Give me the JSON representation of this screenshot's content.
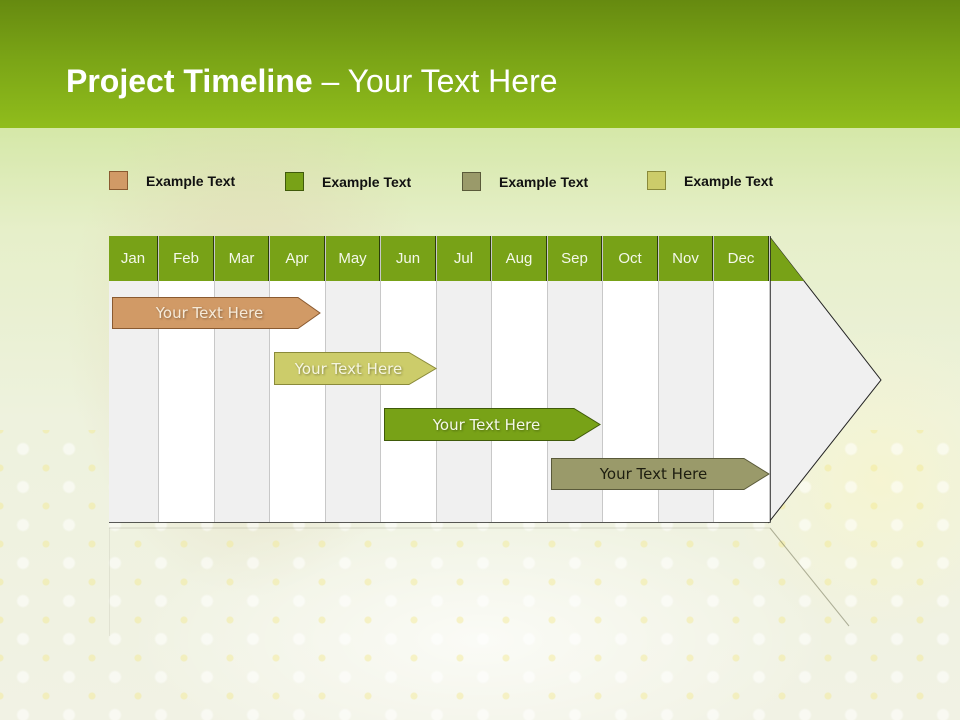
{
  "slide": {
    "title_bold": "Project Timeline",
    "title_rest": " – Your Text Here"
  },
  "legend": [
    {
      "label": "Example Text",
      "color": "#d19a66",
      "border": "#8a5a30"
    },
    {
      "label": "Example Text",
      "color": "#78a217",
      "border": "#3f5a0a"
    },
    {
      "label": "Example Text",
      "color": "#9a9a6a",
      "border": "#5a5a3a"
    },
    {
      "label": "Example Text",
      "color": "#cccc6a",
      "border": "#8a8a3a"
    }
  ],
  "chart_data": {
    "type": "table",
    "title": "Project Timeline – Your Text Here",
    "categories": [
      "Jan",
      "Feb",
      "Mar",
      "Apr",
      "May",
      "Jun",
      "Jul",
      "Aug",
      "Sep",
      "Oct",
      "Nov",
      "Dec"
    ],
    "series": [
      {
        "name": "Example Text",
        "label": "Your  Text Here",
        "start": "Jan",
        "end": "Apr",
        "color": "#d19a66"
      },
      {
        "name": "Example Text",
        "label": "Your  Text Here",
        "start": "Apr",
        "end": "Jun",
        "color": "#cccc6a"
      },
      {
        "name": "Example Text",
        "label": "Your  Text Here",
        "start": "Jun",
        "end": "Sep",
        "color": "#78a217"
      },
      {
        "name": "Example Text",
        "label": "Your  Text Here",
        "start": "Sep",
        "end": "Dec",
        "color": "#9a9a6a"
      }
    ],
    "legend_position": "top"
  },
  "bars": [
    {
      "label": "Your  Text Here"
    },
    {
      "label": "Your  Text Here"
    },
    {
      "label": "Your  Text Here"
    },
    {
      "label": "Your  Text Here"
    }
  ]
}
